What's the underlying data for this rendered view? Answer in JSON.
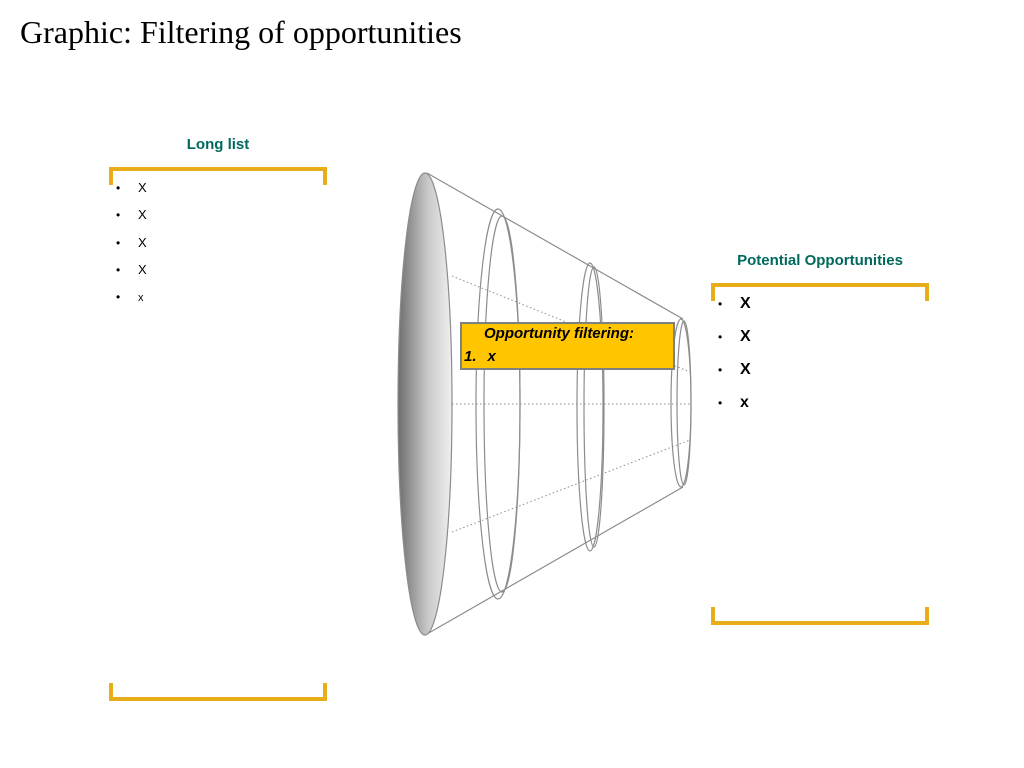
{
  "page": {
    "title": "Graphic: Filtering of opportunities"
  },
  "colors": {
    "accent": "#E8AE1A",
    "heading": "#00695C",
    "filter_box": "#FFC600",
    "funnel_line": "#8C8C8C"
  },
  "long_list": {
    "heading": "Long list",
    "items": [
      "X",
      "X",
      "X",
      "X",
      "x"
    ]
  },
  "potential_opportunities": {
    "heading": "Potential Opportunities",
    "items": [
      "X",
      "X",
      "X",
      "x"
    ]
  },
  "filter_box": {
    "title": "Opportunity filtering:",
    "item_number": "1.",
    "item_text": "x"
  }
}
